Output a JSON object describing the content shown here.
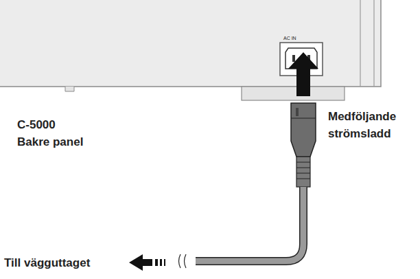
{
  "diagram": {
    "labels": [
      "AC IN",
      "C-5000 Bakre panel",
      "Medföljande strömsladd",
      "Till vägguttaget"
    ]
  }
}
